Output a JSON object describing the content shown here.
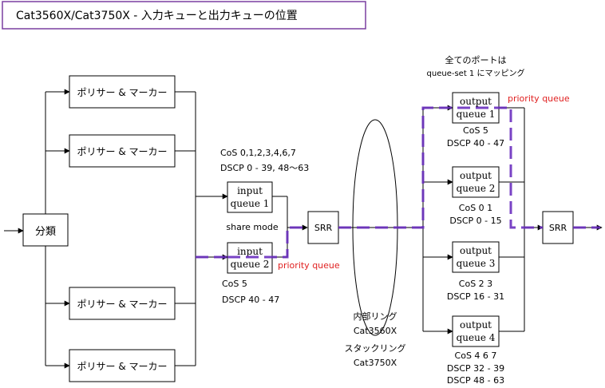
{
  "title": "Cat3560X/Cat3750X - 入力キューと出力キューの位置",
  "blocks": {
    "classify": "分類",
    "policer": "ポリサー & マーカー",
    "srr": "SRR"
  },
  "input_queues": {
    "q1_line1": "input",
    "q1_line2": "queue 1",
    "q2_line1": "input",
    "q2_line2": "queue 2",
    "cos_top": "CoS 0,1,2,3,4,6,7",
    "dscp_top": "DSCP 0 - 39, 48～63",
    "share_mode": "share mode",
    "cos_bottom": "CoS 5",
    "dscp_bottom": "DSCP 40 - 47"
  },
  "priority_label": "priority queue",
  "ring": {
    "internal": "内部リング",
    "internal_model": "Cat3560X",
    "stack": "スタックリング",
    "stack_model": "Cat3750X"
  },
  "output_note": {
    "line1": "全てのポートは",
    "line2": "queue-set 1 にマッピング"
  },
  "output_queues": [
    {
      "line1": "output",
      "line2": "queue 1",
      "cos": "CoS 5",
      "dscp1": "DSCP 40 - 47",
      "dscp2": ""
    },
    {
      "line1": "output",
      "line2": "queue 2",
      "cos": "CoS 0 1",
      "dscp1": "DSCP 0 - 15",
      "dscp2": ""
    },
    {
      "line1": "output",
      "line2": "queue 3",
      "cos": "CoS 2 3",
      "dscp1": "DSCP 16 - 31",
      "dscp2": ""
    },
    {
      "line1": "output",
      "line2": "queue 4",
      "cos": "CoS 4 6 7",
      "dscp1": "DSCP 32 - 39",
      "dscp2": "DSCP 48 - 63"
    }
  ],
  "colors": {
    "priority_path": "#6a2fbf",
    "priority_text": "#e02020",
    "title_border": "#7a3fa0"
  }
}
